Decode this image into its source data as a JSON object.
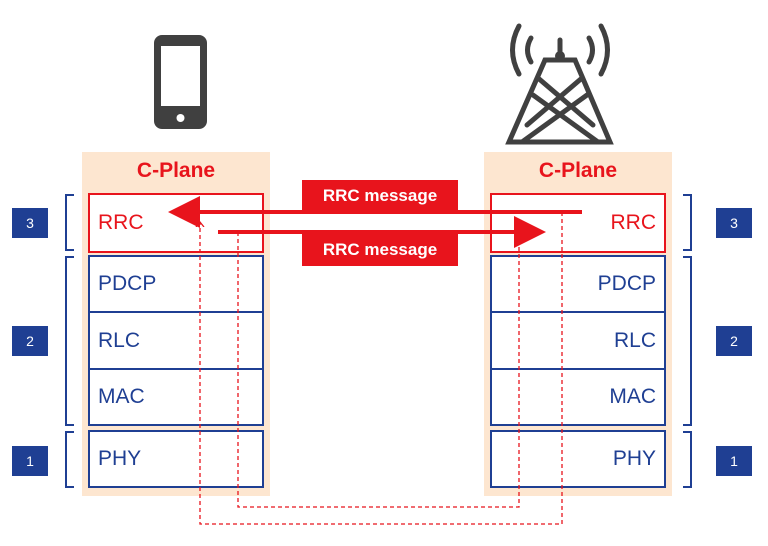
{
  "left_stack": {
    "title": "C-Plane",
    "layers": [
      "RRC",
      "PDCP",
      "RLC",
      "MAC",
      "PHY"
    ]
  },
  "right_stack": {
    "title": "C-Plane",
    "layers": [
      "RRC",
      "PDCP",
      "RLC",
      "MAC",
      "PHY"
    ]
  },
  "messages": [
    "RRC message",
    "RRC message"
  ],
  "layer_badges": {
    "left": [
      "3",
      "2",
      "1"
    ],
    "right": [
      "3",
      "2",
      "1"
    ]
  },
  "icons": [
    "smartphone-icon",
    "cell-tower-icon"
  ],
  "colors": {
    "rrc_red": "#e8141c",
    "layer_blue": "#1f3f93",
    "plane_bg": "#fde6d0",
    "icon_gray": "#404040"
  }
}
